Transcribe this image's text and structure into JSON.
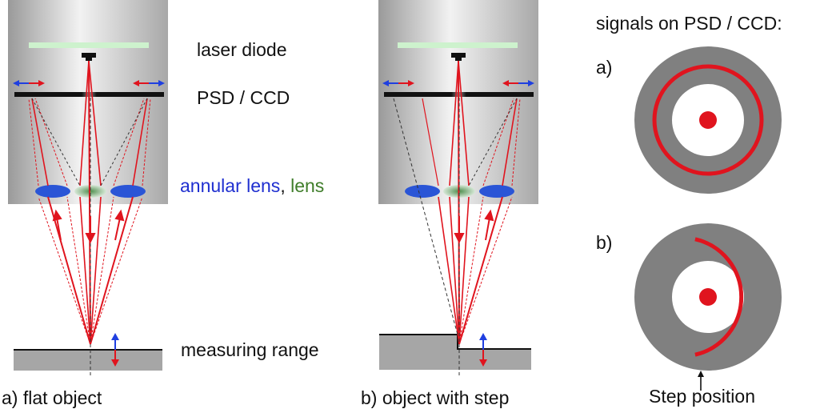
{
  "labels": {
    "laser_diode": "laser diode",
    "psd_ccd": "PSD / CCD",
    "annular_lens": "annular lens",
    "comma": ", ",
    "lens": "lens",
    "measuring_range": "measuring range",
    "caption_a": "a) flat object",
    "caption_b": "b) object with step",
    "signals_title": "signals on PSD / CCD:",
    "signal_a": "a)",
    "signal_b": "b)",
    "step_position": "Step position"
  },
  "colors": {
    "housing_gray": "#bdbdbd",
    "laser_green": "#c8f0c8",
    "beam_red": "#e0141e",
    "annular_blue": "#2a55d6",
    "lens_green": "#7aa07a",
    "object_gray": "#a6a6a6",
    "ring_gray": "#808080",
    "arrow_blue": "#1f3fe0"
  }
}
